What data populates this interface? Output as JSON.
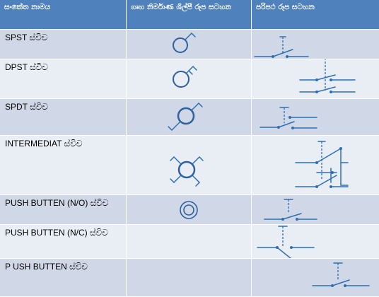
{
  "header": {
    "col1": "සංකේත නාමය",
    "col2": "ගෘහ නිර්මාණ ශිල්පී රූප සටහන",
    "col3": "පරිපථ රූප සටහන"
  },
  "rows": [
    {
      "label": "SPST ස්විච"
    },
    {
      "label": "DPST ස්විච"
    },
    {
      "label": "SPDT ස්විච"
    },
    {
      "label": "INTERMEDIAT ස්විච"
    },
    {
      "label": "PUSH BUTTEN (N/O) ස්විච"
    },
    {
      "label": "PUSH BUTTEN (N/C) ස්විච"
    },
    {
      "label": "P USH BUTTEN ස්විච"
    }
  ],
  "colors": {
    "header": "#4f81bd",
    "row_dark": "#d0d8e8",
    "row_light": "#e9edf4",
    "symbol": "#2e6fb3"
  }
}
